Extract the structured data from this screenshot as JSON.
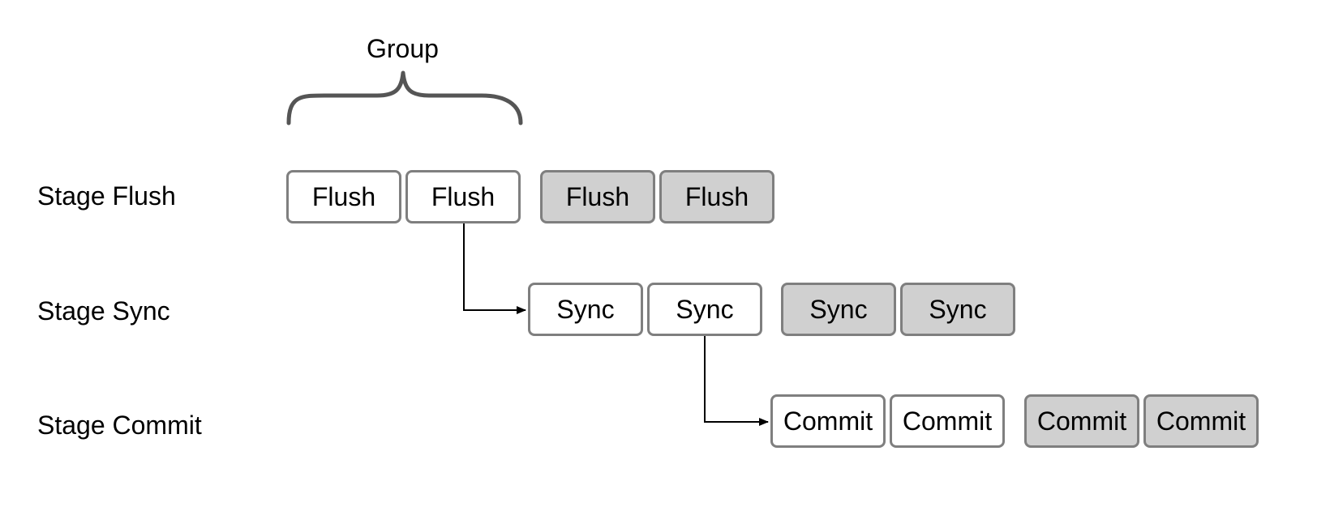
{
  "group": {
    "label": "Group"
  },
  "stages": [
    {
      "label": "Stage Flush",
      "boxes": [
        {
          "label": "Flush",
          "state": "active"
        },
        {
          "label": "Flush",
          "state": "active"
        },
        {
          "label": "Flush",
          "state": "pending"
        },
        {
          "label": "Flush",
          "state": "pending"
        }
      ]
    },
    {
      "label": "Stage Sync",
      "boxes": [
        {
          "label": "Sync",
          "state": "active"
        },
        {
          "label": "Sync",
          "state": "active"
        },
        {
          "label": "Sync",
          "state": "pending"
        },
        {
          "label": "Sync",
          "state": "pending"
        }
      ]
    },
    {
      "label": "Stage Commit",
      "boxes": [
        {
          "label": "Commit",
          "state": "active"
        },
        {
          "label": "Commit",
          "state": "active"
        },
        {
          "label": "Commit",
          "state": "pending"
        },
        {
          "label": "Commit",
          "state": "pending"
        }
      ]
    }
  ],
  "colors": {
    "active_fill": "#ffffff",
    "pending_fill": "#d0d0d0",
    "box_border": "#7f7f7f",
    "brace": "#555555",
    "connector": "#000000"
  }
}
